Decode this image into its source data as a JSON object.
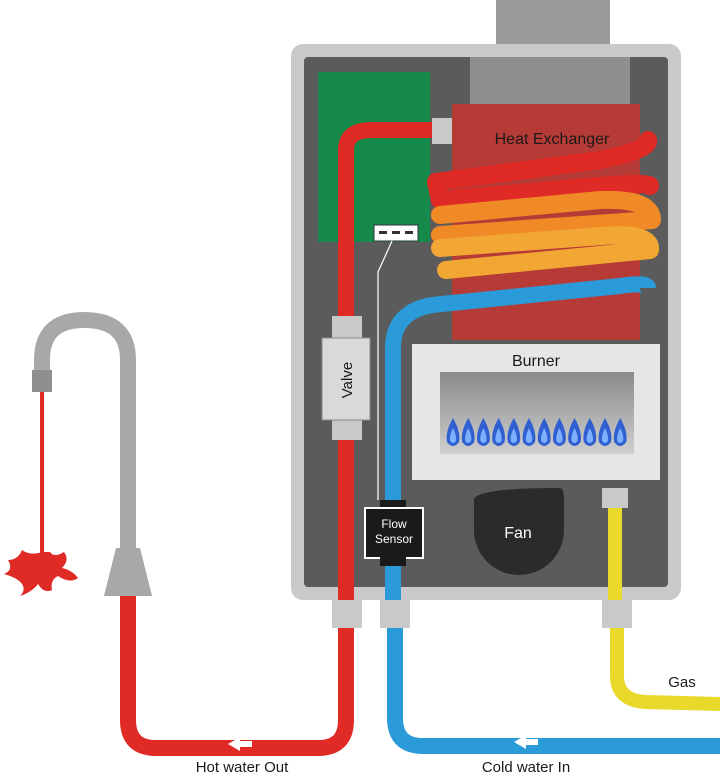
{
  "labels": {
    "heat_exchanger": "Heat Exchanger",
    "burner": "Burner",
    "valve": "Valve",
    "flow_sensor_line1": "Flow",
    "flow_sensor_line2": "Sensor",
    "fan": "Fan",
    "gas": "Gas",
    "hot_water_out": "Hot water Out",
    "cold_water_in": "Cold water In"
  },
  "colors": {
    "hot": "#e02a26",
    "cold": "#2a9ad8",
    "gas": "#e8d92a",
    "casing": "#c9c9c9",
    "interior": "#5b5b5b",
    "heat_exchanger": "#b63b37",
    "circuit_board": "#158a4a",
    "faucet": "#a8a8a8",
    "flame": "#2f5fd0",
    "coil_orange": "#f08a26",
    "coil_amber": "#f2a634"
  },
  "icons": {
    "hot_flow_arrow": "left-arrow-icon",
    "cold_flow_arrow": "left-arrow-icon",
    "flame": "flame-icon"
  }
}
